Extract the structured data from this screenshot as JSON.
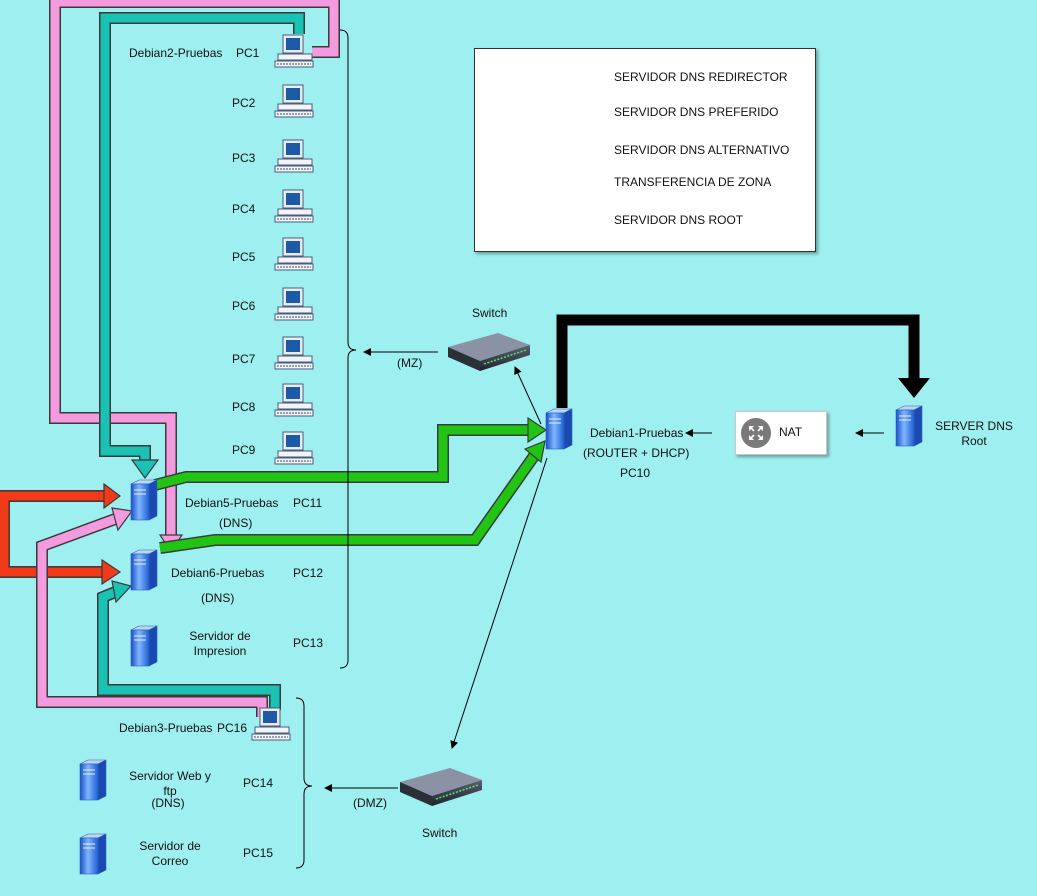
{
  "legend": {
    "items": [
      {
        "label": "SERVIDOR DNS REDIRECTOR",
        "color": "#22C414"
      },
      {
        "label": "SERVIDOR DNS PREFERIDO",
        "color": "#1AC2B4"
      },
      {
        "label": "SERVIDOR DNS ALTERNATIVO",
        "color": "#F49BE0"
      },
      {
        "label": "TRANSFERENCIA DE ZONA",
        "color": "#F03A1A"
      },
      {
        "label": "SERVIDOR DNS ROOT",
        "color": "#000000"
      }
    ]
  },
  "mz": {
    "pc1": {
      "name": "Debian2-Pruebas",
      "id": "PC1"
    },
    "pcs": [
      "PC2",
      "PC3",
      "PC4",
      "PC5",
      "PC6",
      "PC7",
      "PC8",
      "PC9"
    ],
    "pc11": {
      "name": "Debian5-Pruebas",
      "id": "PC11",
      "role": "(DNS)"
    },
    "pc12": {
      "name": "Debian6-Pruebas",
      "id": "PC12",
      "role": "(DNS)"
    },
    "pc13": {
      "name_l1": "Servidor de",
      "name_l2": "Impresion",
      "id": "PC13"
    },
    "zone_label": "(MZ)"
  },
  "switch_mz": {
    "label": "Switch"
  },
  "switch_dmz": {
    "label": "Switch"
  },
  "router": {
    "name": "Debian1-Pruebas",
    "role": "(ROUTER + DHCP)",
    "id": "PC10"
  },
  "nat": {
    "label": "NAT"
  },
  "root_dns": {
    "label_l1": "SERVER DNS",
    "label_l2": "Root"
  },
  "dmz": {
    "zone_label": "(DMZ)",
    "pc16": {
      "name": "Debian3-Pruebas",
      "id": "PC16"
    },
    "pc14": {
      "name_l1": "Servidor Web y",
      "name_l2": "ftp",
      "name_l3": "(DNS)",
      "id": "PC14"
    },
    "pc15": {
      "name_l1": "Servidor de",
      "name_l2": "Correo",
      "id": "PC15"
    }
  }
}
